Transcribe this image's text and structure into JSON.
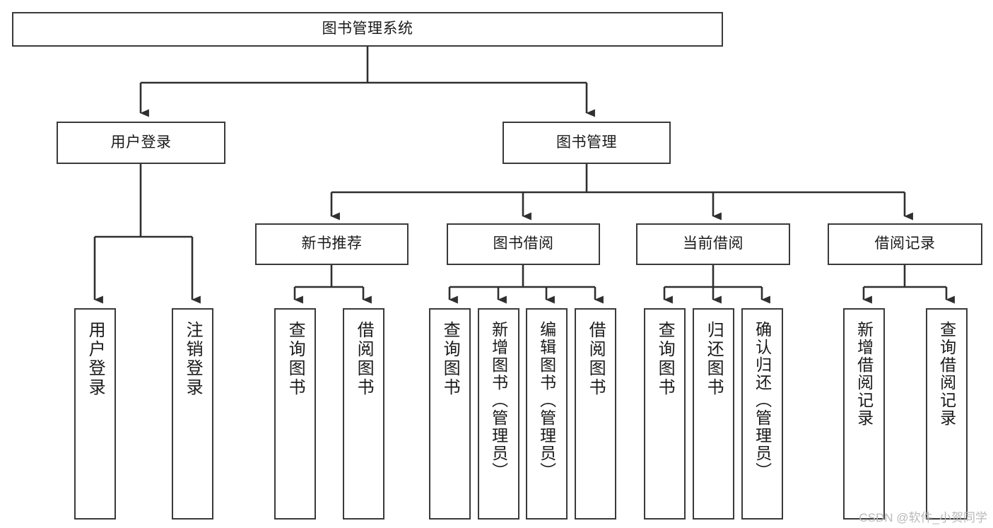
{
  "diagram": {
    "type": "tree-hierarchy",
    "title": "图书管理系统",
    "root": {
      "id": "root",
      "label": "图书管理系统"
    },
    "level1": [
      {
        "id": "user-login",
        "label": "用户登录"
      },
      {
        "id": "book-manage",
        "label": "图书管理"
      }
    ],
    "level2": [
      {
        "id": "new-book-rec",
        "label": "新书推荐",
        "parent": "book-manage"
      },
      {
        "id": "book-borrow",
        "label": "图书借阅",
        "parent": "book-manage"
      },
      {
        "id": "current-borrow",
        "label": "当前借阅",
        "parent": "book-manage"
      },
      {
        "id": "borrow-record",
        "label": "借阅记录",
        "parent": "book-manage"
      }
    ],
    "leaves": [
      {
        "id": "leaf-user-login",
        "label": "用户登录",
        "parent": "user-login"
      },
      {
        "id": "leaf-user-logout",
        "label": "注销登录",
        "parent": "user-login"
      },
      {
        "id": "leaf-query-book-1",
        "label": "查询图书",
        "parent": "new-book-rec"
      },
      {
        "id": "leaf-borrow-book-1",
        "label": "借阅图书",
        "parent": "new-book-rec"
      },
      {
        "id": "leaf-query-book-2",
        "label": "查询图书",
        "parent": "book-borrow"
      },
      {
        "id": "leaf-add-book",
        "label": "新增图书（管理员）",
        "parent": "book-borrow"
      },
      {
        "id": "leaf-edit-book",
        "label": "编辑图书（管理员）",
        "parent": "book-borrow"
      },
      {
        "id": "leaf-borrow-book-2",
        "label": "借阅图书",
        "parent": "book-borrow"
      },
      {
        "id": "leaf-query-book-3",
        "label": "查询图书",
        "parent": "current-borrow"
      },
      {
        "id": "leaf-return-book",
        "label": "归还图书",
        "parent": "current-borrow"
      },
      {
        "id": "leaf-confirm-return",
        "label": "确认归还（管理员）",
        "parent": "current-borrow"
      },
      {
        "id": "leaf-add-record",
        "label": "新增借阅记录",
        "parent": "borrow-record"
      },
      {
        "id": "leaf-query-record",
        "label": "查询借阅记录",
        "parent": "borrow-record"
      }
    ],
    "colors": {
      "stroke": "#3a3a3a",
      "fill": "#ffffff",
      "text": "#1a1a1a",
      "watermark": "#b9b9b9"
    }
  },
  "watermark": {
    "text": "CSDN @软件_小贺同学"
  }
}
